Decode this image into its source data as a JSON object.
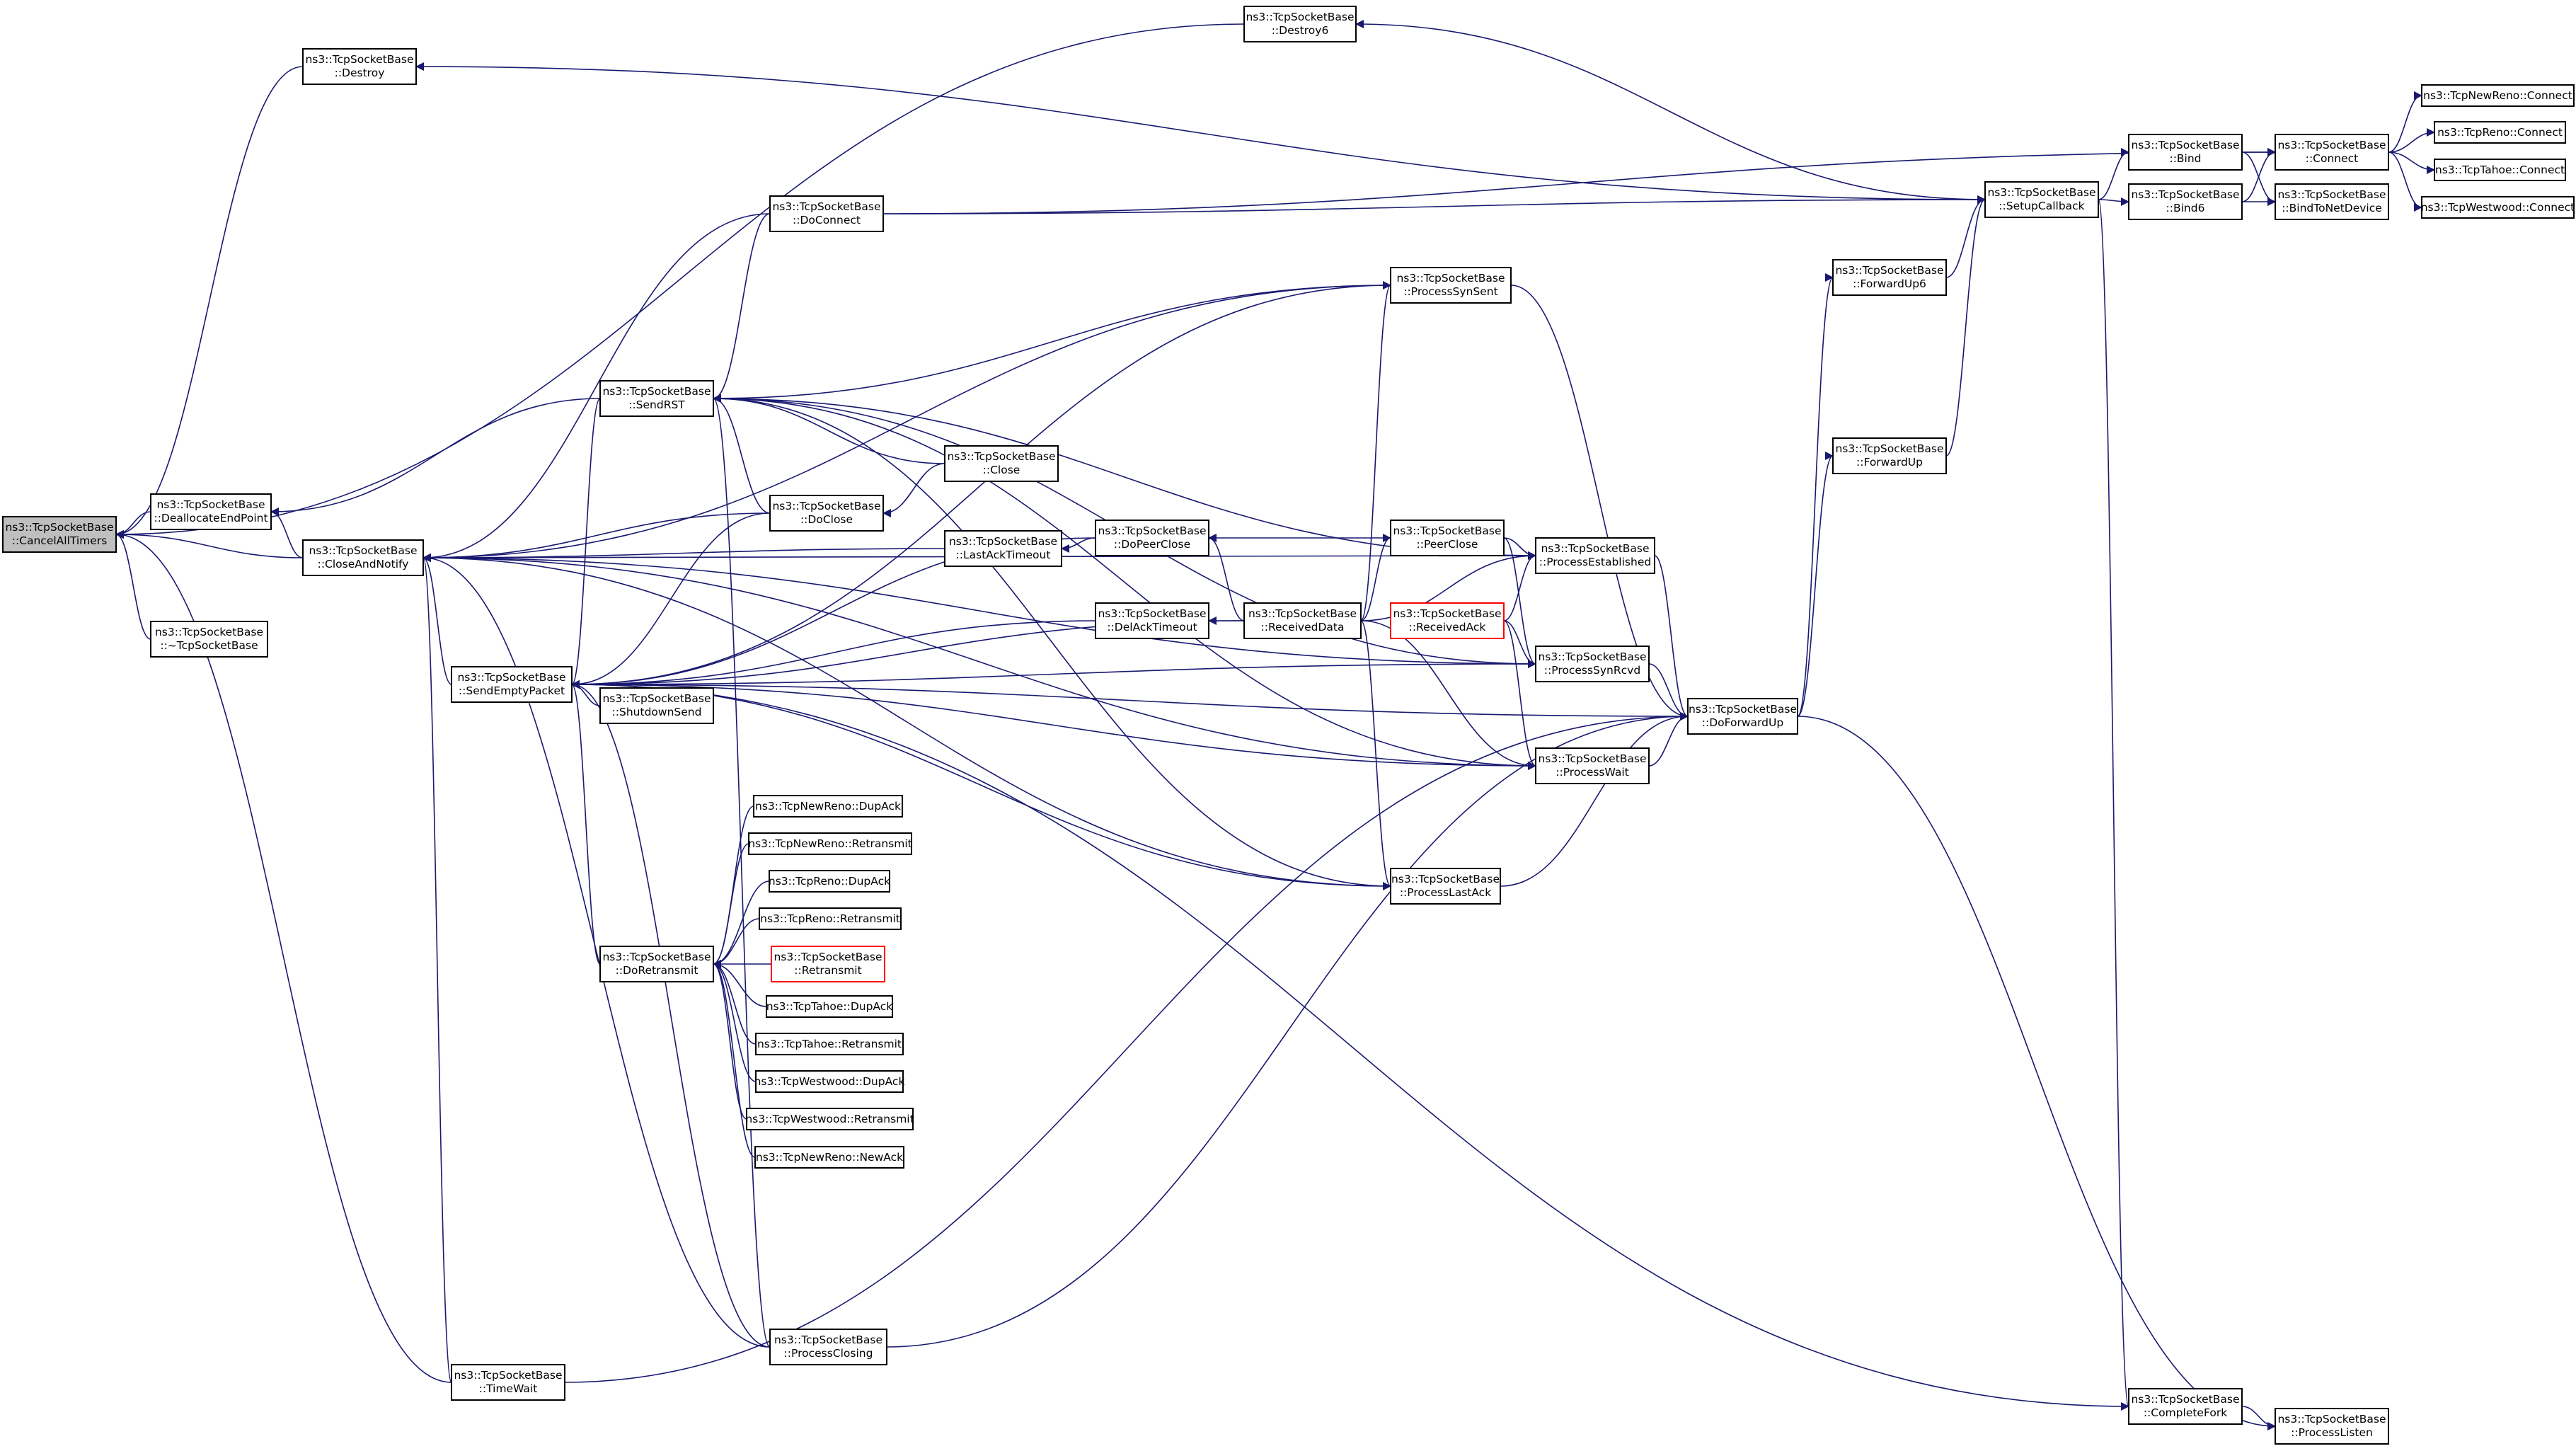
{
  "graph": {
    "title": "",
    "colors": {
      "edge": "#191970",
      "node_border": "#000000",
      "highlight_border": "#ff0000",
      "root_fill": "#bfbfbf"
    },
    "nodes": [
      {
        "id": "CancelAllTimers",
        "lines": [
          "ns3::TcpSocketBase",
          "::CancelAllTimers"
        ],
        "style": "root"
      },
      {
        "id": "DeallocateEndPoint",
        "lines": [
          "ns3::TcpSocketBase",
          "::DeallocateEndPoint"
        ]
      },
      {
        "id": "Destroy",
        "lines": [
          "ns3::TcpSocketBase",
          "::Destroy"
        ]
      },
      {
        "id": "CloseAndNotify",
        "lines": [
          "ns3::TcpSocketBase",
          "::CloseAndNotify"
        ]
      },
      {
        "id": "Dtor",
        "lines": [
          "ns3::TcpSocketBase",
          "::~TcpSocketBase"
        ]
      },
      {
        "id": "TimeWait",
        "lines": [
          "ns3::TcpSocketBase",
          "::TimeWait"
        ]
      },
      {
        "id": "SendEmptyPacket",
        "lines": [
          "ns3::TcpSocketBase",
          "::SendEmptyPacket"
        ]
      },
      {
        "id": "SendRST",
        "lines": [
          "ns3::TcpSocketBase",
          "::SendRST"
        ]
      },
      {
        "id": "ShutdownSend",
        "lines": [
          "ns3::TcpSocketBase",
          "::ShutdownSend"
        ]
      },
      {
        "id": "DoRetransmit",
        "lines": [
          "ns3::TcpSocketBase",
          "::DoRetransmit"
        ]
      },
      {
        "id": "DoConnect",
        "lines": [
          "ns3::TcpSocketBase",
          "::DoConnect"
        ]
      },
      {
        "id": "DoClose",
        "lines": [
          "ns3::TcpSocketBase",
          "::DoClose"
        ]
      },
      {
        "id": "ProcessClosing",
        "lines": [
          "ns3::TcpSocketBase",
          "::ProcessClosing"
        ]
      },
      {
        "id": "NR_DupAck",
        "lines": [
          "ns3::TcpNewReno::DupAck"
        ]
      },
      {
        "id": "NR_Retransmit",
        "lines": [
          "ns3::TcpNewReno::Retransmit"
        ]
      },
      {
        "id": "Reno_DupAck",
        "lines": [
          "ns3::TcpReno::DupAck"
        ]
      },
      {
        "id": "Reno_Retransmit",
        "lines": [
          "ns3::TcpReno::Retransmit"
        ]
      },
      {
        "id": "Retransmit",
        "lines": [
          "ns3::TcpSocketBase",
          "::Retransmit"
        ],
        "style": "red"
      },
      {
        "id": "Tahoe_DupAck",
        "lines": [
          "ns3::TcpTahoe::DupAck"
        ]
      },
      {
        "id": "Tahoe_Retransmit",
        "lines": [
          "ns3::TcpTahoe::Retransmit"
        ]
      },
      {
        "id": "West_DupAck",
        "lines": [
          "ns3::TcpWestwood::DupAck"
        ]
      },
      {
        "id": "West_Retransmit",
        "lines": [
          "ns3::TcpWestwood::Retransmit"
        ]
      },
      {
        "id": "NR_NewAck",
        "lines": [
          "ns3::TcpNewReno::NewAck"
        ]
      },
      {
        "id": "Close",
        "lines": [
          "ns3::TcpSocketBase",
          "::Close"
        ]
      },
      {
        "id": "LastAckTimeout",
        "lines": [
          "ns3::TcpSocketBase",
          "::LastAckTimeout"
        ]
      },
      {
        "id": "DoPeerClose",
        "lines": [
          "ns3::TcpSocketBase",
          "::DoPeerClose"
        ]
      },
      {
        "id": "DelAckTimeout",
        "lines": [
          "ns3::TcpSocketBase",
          "::DelAckTimeout"
        ]
      },
      {
        "id": "Destroy6",
        "lines": [
          "ns3::TcpSocketBase",
          "::Destroy6"
        ]
      },
      {
        "id": "ProcessSynSent",
        "lines": [
          "ns3::TcpSocketBase",
          "::ProcessSynSent"
        ]
      },
      {
        "id": "PeerClose",
        "lines": [
          "ns3::TcpSocketBase",
          "::PeerClose"
        ]
      },
      {
        "id": "ReceivedData",
        "lines": [
          "ns3::TcpSocketBase",
          "::ReceivedData"
        ]
      },
      {
        "id": "ReceivedAck",
        "lines": [
          "ns3::TcpSocketBase",
          "::ReceivedAck"
        ],
        "style": "red"
      },
      {
        "id": "ProcessLastAck",
        "lines": [
          "ns3::TcpSocketBase",
          "::ProcessLastAck"
        ]
      },
      {
        "id": "ProcessEstablished",
        "lines": [
          "ns3::TcpSocketBase",
          "::ProcessEstablished"
        ]
      },
      {
        "id": "ProcessSynRcvd",
        "lines": [
          "ns3::TcpSocketBase",
          "::ProcessSynRcvd"
        ]
      },
      {
        "id": "ProcessWait",
        "lines": [
          "ns3::TcpSocketBase",
          "::ProcessWait"
        ]
      },
      {
        "id": "DoForwardUp",
        "lines": [
          "ns3::TcpSocketBase",
          "::DoForwardUp"
        ]
      },
      {
        "id": "ForwardUp6",
        "lines": [
          "ns3::TcpSocketBase",
          "::ForwardUp6"
        ]
      },
      {
        "id": "ForwardUp",
        "lines": [
          "ns3::TcpSocketBase",
          "::ForwardUp"
        ]
      },
      {
        "id": "SetupCallback",
        "lines": [
          "ns3::TcpSocketBase",
          "::SetupCallback"
        ]
      },
      {
        "id": "Bind",
        "lines": [
          "ns3::TcpSocketBase",
          "::Bind"
        ]
      },
      {
        "id": "Bind6",
        "lines": [
          "ns3::TcpSocketBase",
          "::Bind6"
        ]
      },
      {
        "id": "Connect",
        "lines": [
          "ns3::TcpSocketBase",
          "::Connect"
        ]
      },
      {
        "id": "BindToNetDevice",
        "lines": [
          "ns3::TcpSocketBase",
          "::BindToNetDevice"
        ]
      },
      {
        "id": "NR_Connect",
        "lines": [
          "ns3::TcpNewReno::Connect"
        ]
      },
      {
        "id": "Reno_Connect",
        "lines": [
          "ns3::TcpReno::Connect"
        ]
      },
      {
        "id": "Tahoe_Connect",
        "lines": [
          "ns3::TcpTahoe::Connect"
        ]
      },
      {
        "id": "West_Connect",
        "lines": [
          "ns3::TcpWestwood::Connect"
        ]
      },
      {
        "id": "CompleteFork",
        "lines": [
          "ns3::TcpSocketBase",
          "::CompleteFork"
        ]
      },
      {
        "id": "ProcessListen",
        "lines": [
          "ns3::TcpSocketBase",
          "::ProcessListen"
        ]
      }
    ],
    "edges": [
      [
        "DeallocateEndPoint",
        "CancelAllTimers"
      ],
      [
        "Destroy",
        "CancelAllTimers"
      ],
      [
        "Destroy6",
        "CancelAllTimers"
      ],
      [
        "CloseAndNotify",
        "CancelAllTimers"
      ],
      [
        "Dtor",
        "CancelAllTimers"
      ],
      [
        "TimeWait",
        "CancelAllTimers"
      ],
      [
        "CloseAndNotify",
        "DeallocateEndPoint"
      ],
      [
        "SendRST",
        "DeallocateEndPoint"
      ],
      [
        "SetupCallback",
        "Destroy"
      ],
      [
        "SetupCallback",
        "Destroy6"
      ],
      [
        "SendEmptyPacket",
        "CloseAndNotify"
      ],
      [
        "DoConnect",
        "CloseAndNotify"
      ],
      [
        "DoClose",
        "CloseAndNotify"
      ],
      [
        "LastAckTimeout",
        "CloseAndNotify"
      ],
      [
        "ProcessSynSent",
        "CloseAndNotify"
      ],
      [
        "ProcessEstablished",
        "CloseAndNotify"
      ],
      [
        "ProcessSynRcvd",
        "CloseAndNotify"
      ],
      [
        "ProcessWait",
        "CloseAndNotify"
      ],
      [
        "ProcessLastAck",
        "CloseAndNotify"
      ],
      [
        "ProcessClosing",
        "CloseAndNotify"
      ],
      [
        "TimeWait",
        "CloseAndNotify"
      ],
      [
        "SendRST",
        "SendEmptyPacket"
      ],
      [
        "ShutdownSend",
        "SendEmptyPacket"
      ],
      [
        "DoRetransmit",
        "SendEmptyPacket"
      ],
      [
        "DoClose",
        "SendEmptyPacket"
      ],
      [
        "DoPeerClose",
        "SendEmptyPacket"
      ],
      [
        "DelAckTimeout",
        "SendEmptyPacket"
      ],
      [
        "ReceivedData",
        "SendEmptyPacket"
      ],
      [
        "ProcessSynSent",
        "SendEmptyPacket"
      ],
      [
        "ProcessSynRcvd",
        "SendEmptyPacket"
      ],
      [
        "DoForwardUp",
        "SendEmptyPacket"
      ],
      [
        "ProcessWait",
        "SendEmptyPacket"
      ],
      [
        "ProcessLastAck",
        "SendEmptyPacket"
      ],
      [
        "ProcessClosing",
        "SendEmptyPacket"
      ],
      [
        "CompleteFork",
        "SendEmptyPacket"
      ],
      [
        "DoConnect",
        "SendRST"
      ],
      [
        "DoClose",
        "SendRST"
      ],
      [
        "Close",
        "SendRST"
      ],
      [
        "ProcessSynSent",
        "SendRST"
      ],
      [
        "ProcessEstablished",
        "SendRST"
      ],
      [
        "ProcessSynRcvd",
        "SendRST"
      ],
      [
        "ProcessWait",
        "SendRST"
      ],
      [
        "ProcessLastAck",
        "SendRST"
      ],
      [
        "ProcessClosing",
        "SendRST"
      ],
      [
        "NR_DupAck",
        "DoRetransmit"
      ],
      [
        "NR_Retransmit",
        "DoRetransmit"
      ],
      [
        "Reno_DupAck",
        "DoRetransmit"
      ],
      [
        "Reno_Retransmit",
        "DoRetransmit"
      ],
      [
        "Retransmit",
        "DoRetransmit"
      ],
      [
        "Tahoe_DupAck",
        "DoRetransmit"
      ],
      [
        "Tahoe_Retransmit",
        "DoRetransmit"
      ],
      [
        "West_DupAck",
        "DoRetransmit"
      ],
      [
        "West_Retransmit",
        "DoRetransmit"
      ],
      [
        "NR_NewAck",
        "DoRetransmit"
      ],
      [
        "Close",
        "DoClose"
      ],
      [
        "DoPeerClose",
        "LastAckTimeout"
      ],
      [
        "PeerClose",
        "DoPeerClose"
      ],
      [
        "ReceivedData",
        "DoPeerClose"
      ],
      [
        "ReceivedData",
        "DelAckTimeout"
      ],
      [
        "ReceivedData",
        "ProcessSynSent"
      ],
      [
        "PeerClose",
        "ProcessEstablished"
      ],
      [
        "ReceivedData",
        "PeerClose"
      ],
      [
        "ReceivedData",
        "ProcessEstablished"
      ],
      [
        "ReceivedAck",
        "ProcessEstablished"
      ],
      [
        "ReceivedData",
        "ProcessWait"
      ],
      [
        "ReceivedData",
        "ProcessLastAck"
      ],
      [
        "ReceivedAck",
        "ProcessSynRcvd"
      ],
      [
        "ReceivedAck",
        "ProcessWait"
      ],
      [
        "PeerClose",
        "ProcessSynRcvd"
      ],
      [
        "ProcessSynSent",
        "DoForwardUp"
      ],
      [
        "ProcessEstablished",
        "DoForwardUp"
      ],
      [
        "ProcessSynRcvd",
        "DoForwardUp"
      ],
      [
        "ProcessWait",
        "DoForwardUp"
      ],
      [
        "ProcessLastAck",
        "DoForwardUp"
      ],
      [
        "ProcessClosing",
        "DoForwardUp"
      ],
      [
        "TimeWait",
        "DoForwardUp"
      ],
      [
        "DoForwardUp",
        "ForwardUp6"
      ],
      [
        "DoForwardUp",
        "ForwardUp"
      ],
      [
        "ForwardUp6",
        "SetupCallback"
      ],
      [
        "ForwardUp",
        "SetupCallback"
      ],
      [
        "DoConnect",
        "SetupCallback"
      ],
      [
        "SetupCallback",
        "Bind"
      ],
      [
        "SetupCallback",
        "Bind6"
      ],
      [
        "SetupCallback",
        "CompleteFork"
      ],
      [
        "Bind",
        "Connect"
      ],
      [
        "Bind",
        "BindToNetDevice"
      ],
      [
        "Bind6",
        "Connect"
      ],
      [
        "Bind6",
        "BindToNetDevice"
      ],
      [
        "Connect",
        "NR_Connect"
      ],
      [
        "Connect",
        "Reno_Connect"
      ],
      [
        "Connect",
        "Tahoe_Connect"
      ],
      [
        "Connect",
        "West_Connect"
      ],
      [
        "DoConnect",
        "Connect"
      ],
      [
        "CompleteFork",
        "ProcessListen"
      ],
      [
        "DoForwardUp",
        "ProcessListen"
      ]
    ]
  }
}
